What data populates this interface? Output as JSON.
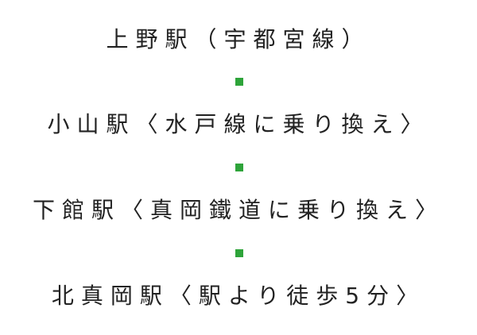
{
  "route": {
    "stops": [
      {
        "text": "上野駅（宇都宮線）"
      },
      {
        "text": "小山駅〈水戸線に乗り換え〉"
      },
      {
        "text": "下館駅〈真岡鐵道に乗り換え〉"
      },
      {
        "text": "北真岡駅〈駅より徒歩5分〉"
      }
    ],
    "connector_color": "#2ea43a"
  }
}
